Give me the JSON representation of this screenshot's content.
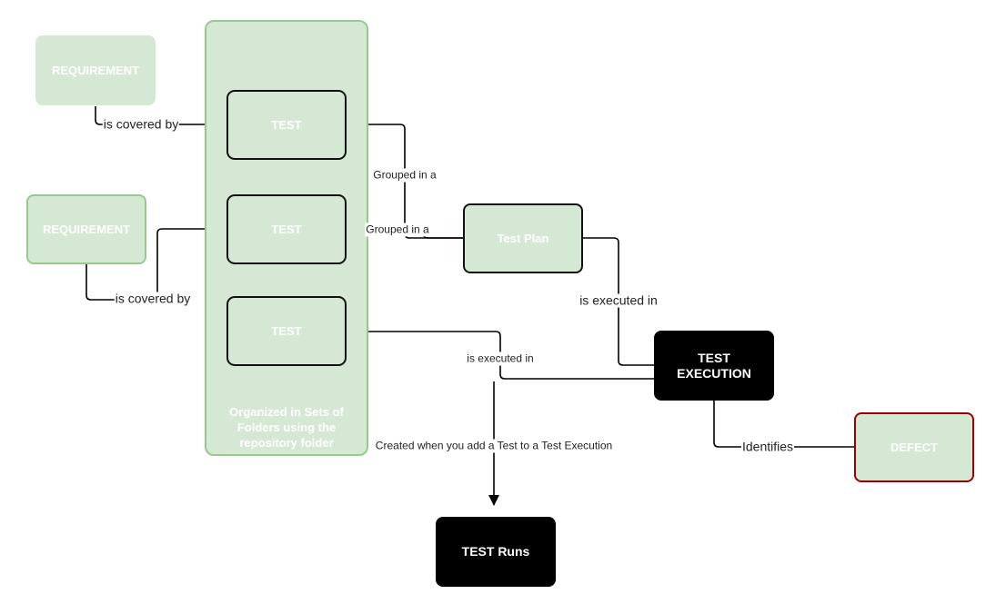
{
  "nodes": {
    "requirement_1": "REQUIREMENT",
    "requirement_2": "REQUIREMENT",
    "folder_caption": "Organized in Sets of Folders using the repository folder",
    "test_1": "TEST",
    "test_2": "TEST",
    "test_3": "TEST",
    "test_plan": "Test Plan",
    "test_execution": "TEST EXECUTION",
    "defect": "DEFECT",
    "test_runs": "TEST Runs"
  },
  "edges": {
    "covered_1": "is covered by",
    "covered_2": "is covered by",
    "grouped_1": "Grouped in a",
    "grouped_2": "Grouped in a",
    "plan_executed": "is executed in",
    "test_executed": "is executed in",
    "identifies": "Identifies",
    "runs_created": "Created when you add a Test to a Test Execution"
  },
  "colors": {
    "fill_green": "#d5e8d4",
    "border_green": "#97c98f",
    "border_defect": "#990000",
    "dark_node": "#000000",
    "connector": "#000000"
  }
}
